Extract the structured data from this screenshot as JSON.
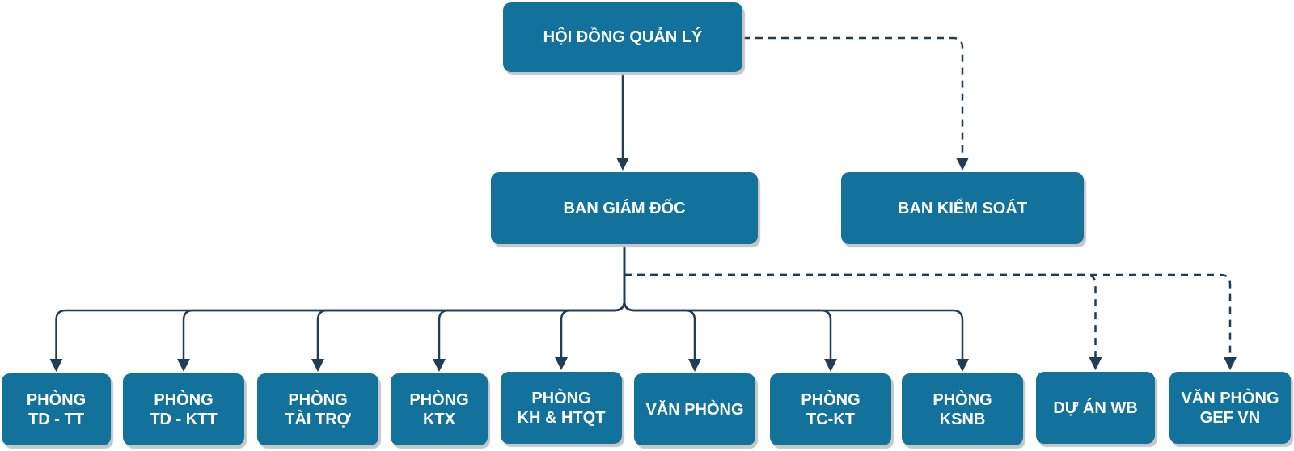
{
  "diagram": {
    "title": "Org chart",
    "colors": {
      "node_fill": "#13729b",
      "node_text": "#ffffff",
      "connector": "#1f3d57",
      "shadow": "#c4c6c8"
    },
    "nodes": {
      "hdql": {
        "label": "HỘI ĐỒNG QUẢN LÝ"
      },
      "bgd": {
        "label": "BAN GIÁM ĐỐC"
      },
      "bks": {
        "label": "BAN KIỂM SOÁT"
      },
      "tdtt": {
        "label": "PHÒNG\nTD - TT"
      },
      "tdktt": {
        "label": "PHÒNG\nTD - KTT"
      },
      "taitro": {
        "label": "PHÒNG\nTÀI TRỢ"
      },
      "ktx": {
        "label": "PHÒNG\nKTX"
      },
      "khhtqt": {
        "label": "PHÒNG\nKH & HTQT"
      },
      "vanphong": {
        "label": "VĂN PHÒNG"
      },
      "tckt": {
        "label": "PHÒNG\nTC-KT"
      },
      "ksnb": {
        "label": "PHÒNG\nKSNB"
      },
      "duanwb": {
        "label": "DỰ ÁN WB"
      },
      "gefvn": {
        "label": "VĂN PHÒNG\nGEF VN"
      }
    },
    "edges": [
      {
        "from": "hdql",
        "to": "bgd",
        "style": "solid"
      },
      {
        "from": "hdql",
        "to": "bks",
        "style": "dashed"
      },
      {
        "from": "bgd",
        "to": "tdtt",
        "style": "solid"
      },
      {
        "from": "bgd",
        "to": "tdktt",
        "style": "solid"
      },
      {
        "from": "bgd",
        "to": "taitro",
        "style": "solid"
      },
      {
        "from": "bgd",
        "to": "ktx",
        "style": "solid"
      },
      {
        "from": "bgd",
        "to": "khhtqt",
        "style": "solid"
      },
      {
        "from": "bgd",
        "to": "vanphong",
        "style": "solid"
      },
      {
        "from": "bgd",
        "to": "tckt",
        "style": "solid"
      },
      {
        "from": "bgd",
        "to": "ksnb",
        "style": "solid"
      },
      {
        "from": "bgd",
        "to": "duanwb",
        "style": "dashed"
      },
      {
        "from": "bgd",
        "to": "gefvn",
        "style": "dashed"
      }
    ]
  }
}
